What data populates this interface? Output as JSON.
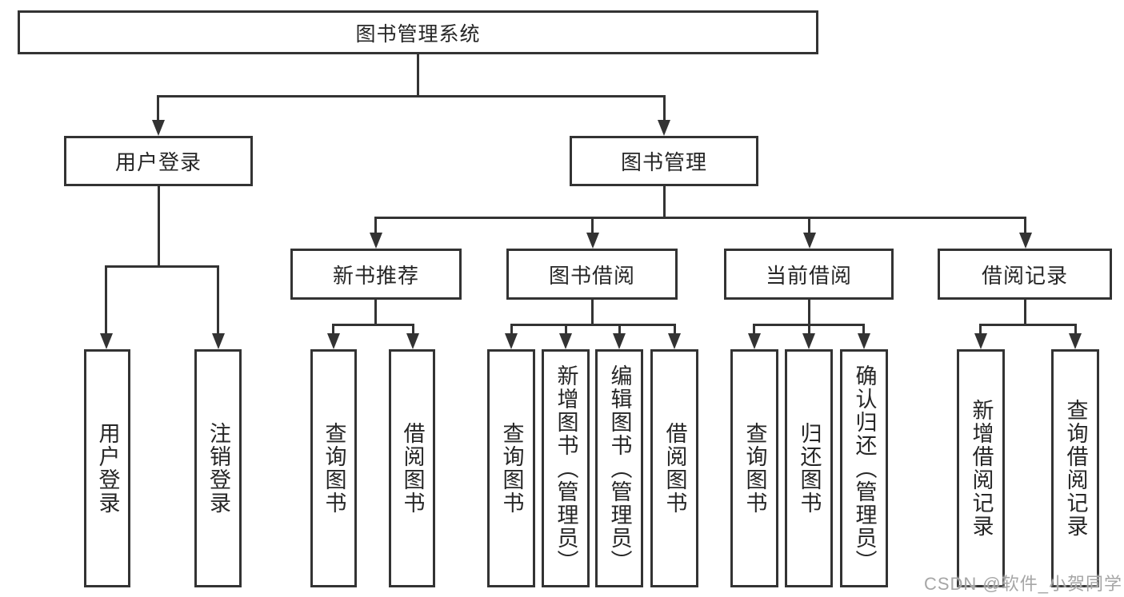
{
  "colors": {
    "line": "#333333",
    "text": "#262626",
    "background": "#ffffff",
    "watermark_text": "#a6a6a6"
  },
  "watermark": {
    "text": "CSDN @软件_小贺同学"
  },
  "tree": {
    "root": {
      "label": "图书管理系统"
    },
    "user_login": {
      "label": "用户登录",
      "children": [
        {
          "label": "用户登录"
        },
        {
          "label": "注销登录"
        }
      ]
    },
    "book_mgmt": {
      "label": "图书管理",
      "sections": [
        {
          "label": "新书推荐",
          "children": [
            {
              "label": "查询图书"
            },
            {
              "label": "借阅图书"
            }
          ]
        },
        {
          "label": "图书借阅",
          "children": [
            {
              "label": "查询图书"
            },
            {
              "label": "新增图书（管理员）"
            },
            {
              "label": "编辑图书（管理员）"
            },
            {
              "label": "借阅图书"
            }
          ]
        },
        {
          "label": "当前借阅",
          "children": [
            {
              "label": "查询图书"
            },
            {
              "label": "归还图书"
            },
            {
              "label": "确认归还（管理员）"
            }
          ]
        },
        {
          "label": "借阅记录",
          "children": [
            {
              "label": "新增借阅记录"
            },
            {
              "label": "查询借阅记录"
            }
          ]
        }
      ]
    }
  }
}
